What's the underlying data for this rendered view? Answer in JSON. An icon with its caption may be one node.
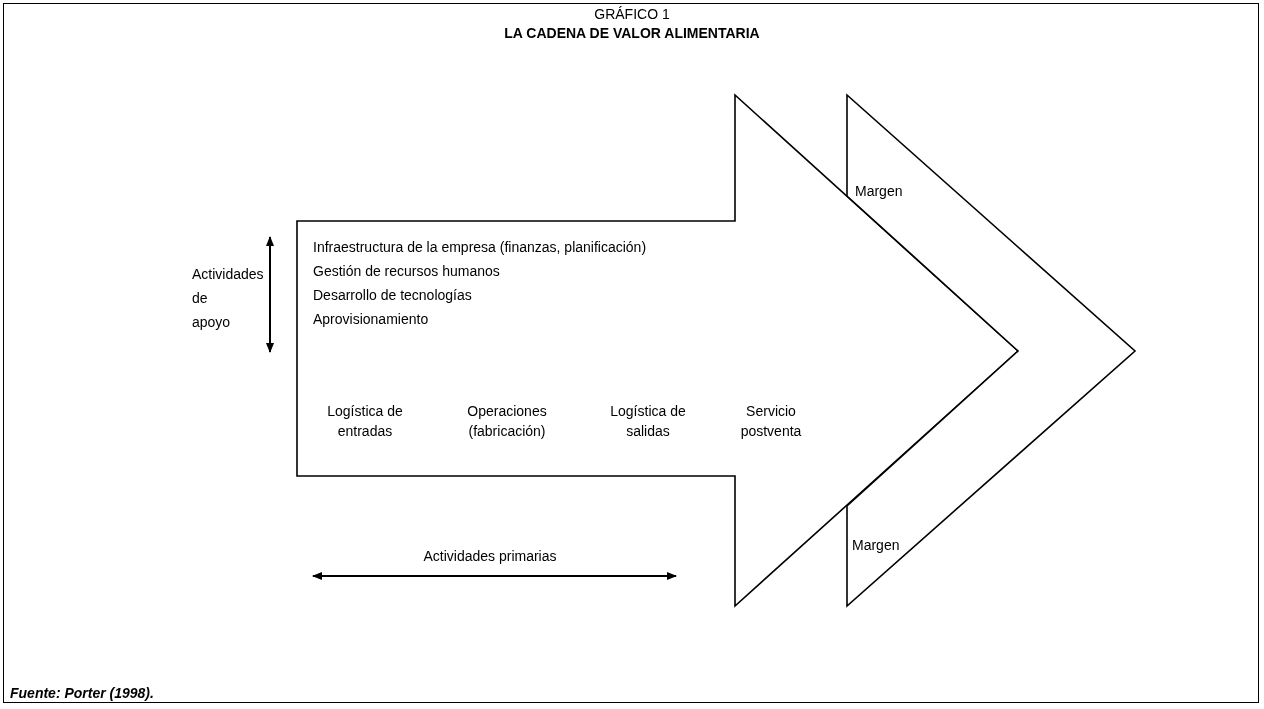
{
  "diagram": {
    "title": "LA CADENA DE VALOR ALIMENTARIA",
    "caption": "Fuente: Porter (1998).",
    "nodes": [
      {
        "text": [
          "Infraestructura de la empresa (finanzas, planificación)",
          "Gestión de recursos humanos",
          "Desarrollo de tecnologías",
          "Aprovisionamiento",
          "Logística de entradas",
          "Operaciones (fabricación)",
          "Logística de salidas",
          "Servicio postventa"
        ]
      },
      {
        "text": [
          "Margen",
          "Margen"
        ]
      }
    ],
    "labels": [
      "GRÁFICO 1",
      "Actividades de apoyo",
      "Actividades primarias"
    ]
  }
}
